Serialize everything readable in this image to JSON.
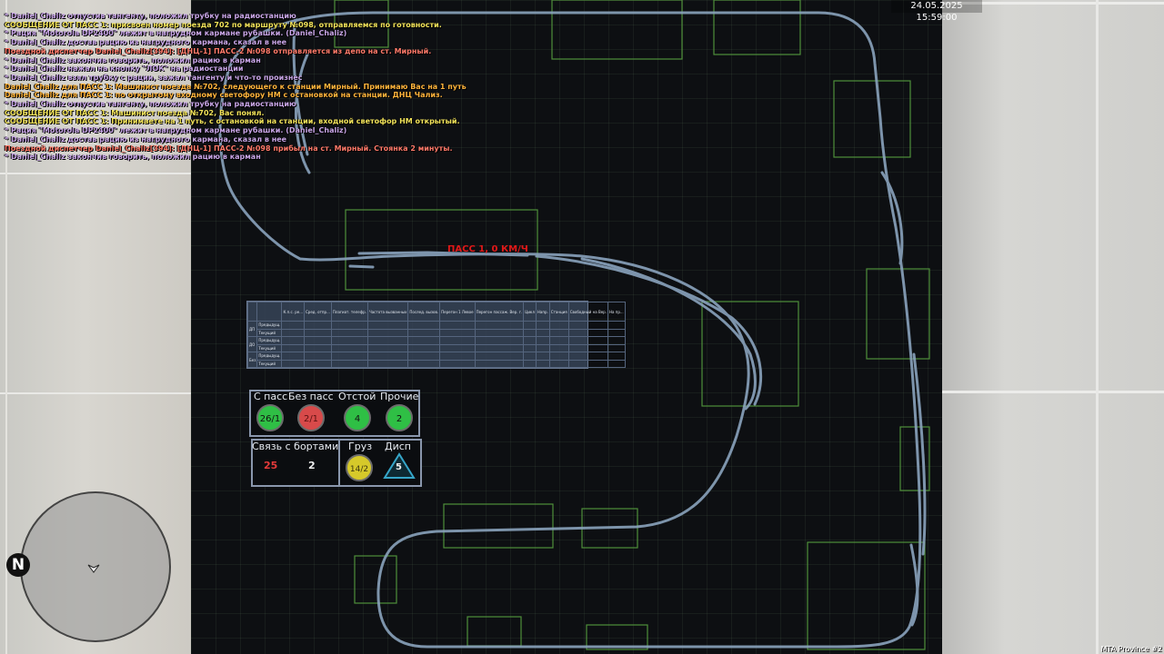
{
  "clock": "24.05.2025 15:59:00",
  "server_label": "MTA Province #2",
  "train_label": "ПАСС 1, 0 КМ/Ч",
  "radar": {
    "north_label": "N",
    "player_icon": "player-arrow-icon"
  },
  "chat": [
    {
      "text": "* Daniel_Chaliz отпустив тангенту, положил трубку на радиостанцию",
      "color": "#c9a6e8"
    },
    {
      "text": "СООБЩЕНИЕ ОТ ПАСС 1: присвоен номер поезда 702 по маршруту №098, отправляемся по готовности.",
      "color": "#f2e35a"
    },
    {
      "text": "* Рация \"Motorola DP2400\" лежит в нагрудном кармане рубашки. (Daniel_Chaliz)",
      "color": "#c9a6e8"
    },
    {
      "text": "* Daniel_Chaliz достав рацию из нагрудного кармана, сказал в нее",
      "color": "#c9a6e8"
    },
    {
      "text": "Поездной диспетчер Daniel_Chaliz[394]: [ДНЦ-1] ПАСС-2 №098 отправляется из депо на ст. Мирный.",
      "color": "#ff7a6a"
    },
    {
      "text": "* Daniel_Chaliz закончив говорить, положил рацию в карман",
      "color": "#c9a6e8"
    },
    {
      "text": "* Daniel_Chaliz нажал на кнопку \"ЛОК\" на радиостанции",
      "color": "#c9a6e8"
    },
    {
      "text": "* Daniel_Chaliz взял трубку с рации, зажал тангенту и что-то произнес",
      "color": "#c9a6e8"
    },
    {
      "text": "Daniel_Chaliz для ПАСС 1: Машинист поезда №702, следующего к станции Мирный. Принимаю Вас на 1 путь",
      "color": "#ffb43c"
    },
    {
      "text": "Daniel_Chaliz для ПАСС 1: по открытому входному светофору НМ с остановкой на станции. ДНЦ Чализ.",
      "color": "#ffb43c"
    },
    {
      "text": "* Daniel_Chaliz отпустив тангенту, положил трубку на радиостанцию",
      "color": "#c9a6e8"
    },
    {
      "text": "СООБЩЕНИЕ ОТ ПАСС 1: Машинист поезда №702, Вас понял.",
      "color": "#f2e35a"
    },
    {
      "text": "СООБЩЕНИЕ ОТ ПАСС 1: Принимаете на 1 путь, с остановкой на станции, входной светофор НМ открытый.",
      "color": "#f2e35a"
    },
    {
      "text": "* Рация \"Motorola DP2400\" лежит в нагрудном кармане рубашки. (Daniel_Chaliz)",
      "color": "#c9a6e8"
    },
    {
      "text": "* Daniel_Chaliz достав рацию из нагрудного кармана, сказал в нее",
      "color": "#c9a6e8"
    },
    {
      "text": "Поездной диспетчер Daniel_Chaliz[394]: [ДНЦ-1] ПАСС-2 №098 прибыл на ст. Мирный. Стоянка 2 минуты.",
      "color": "#ff7a6a"
    },
    {
      "text": "* Daniel_Chaliz закончив говорить, положил рацию в карман",
      "color": "#c9a6e8"
    }
  ],
  "timetable": {
    "headers": [
      "",
      "",
      "К.п.с. ре...",
      "Сред. отпр...",
      "Плагиат. телефр.",
      "Частота вызванных",
      "Послед. вызов.",
      "Перегон 1 Левое",
      "Перегон пассаж. Вер. г.",
      "Цикл",
      "Напр.",
      "Станция",
      "Свободный на Вер.",
      "На пр..."
    ],
    "rows": [
      {
        "group": "ДП",
        "cells": [
          "Предыдущ.",
          "Текущий"
        ]
      },
      {
        "group": "ДО",
        "cells": [
          "Предыдущ.",
          "Текущий"
        ]
      },
      {
        "group": "Без",
        "cells": [
          "Предыдущ.",
          "Текущий"
        ]
      }
    ]
  },
  "stats": {
    "pass_title": "С пасс",
    "pass_value": "26/1",
    "nopass_title": "Без пасс",
    "nopass_value": "2/1",
    "depot_title": "Отстой",
    "depot_value": "4",
    "other_title": "Прочие",
    "other_value": "2",
    "link_title": "Связь с бортами",
    "link_red": "25",
    "link_white": "2",
    "cargo_title": "Груз",
    "cargo_value": "14/2",
    "disp_title": "Дисп",
    "disp_value": "5"
  },
  "colors": {
    "track": "#8aa3bd",
    "zone": "#4f8f3a",
    "pass_circle": "#2fbf45",
    "nopass_circle": "#d84a4a",
    "cargo_circle": "#d6c92a",
    "disp_triangle": "#36a6c9",
    "red_text": "#e53a3a"
  }
}
